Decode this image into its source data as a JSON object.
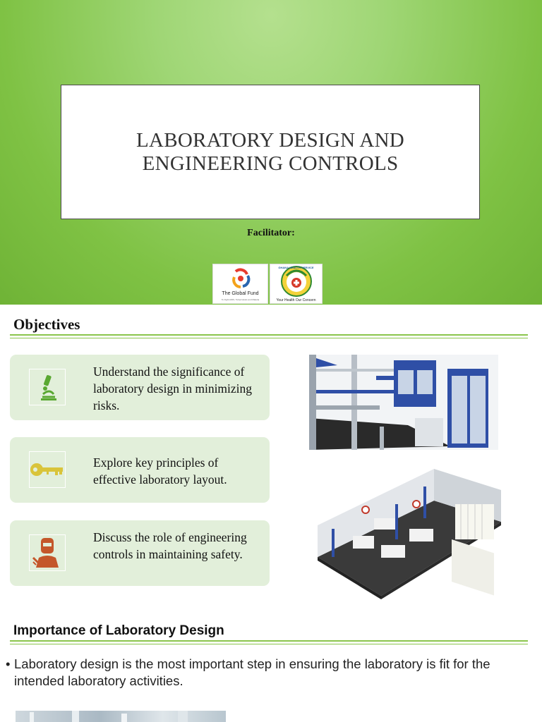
{
  "slide1": {
    "title_line1": "LABORATORY DESIGN AND",
    "title_line2": "ENGINEERING CONTROLS",
    "facilitator_label": "Facilitator:",
    "logo1_caption": "The Global Fund",
    "logo1_subcaption": "To Fight AIDS, Tuberculosis and Malaria",
    "logo2_caption": "Your Health Our Concern",
    "logo2_ring_text": "GHANA HEALTH SERVICE"
  },
  "objectives": {
    "heading": "Objectives",
    "items": [
      {
        "text": "Understand the significance of laboratory design in minimizing risks.",
        "icon": "microscope-icon"
      },
      {
        "text": "Explore key principles of effective laboratory layout.",
        "icon": "key-icon"
      },
      {
        "text": "Discuss the role of engineering controls in maintaining safety.",
        "icon": "engineer-icon"
      }
    ]
  },
  "importance": {
    "heading": "Importance of Laboratory Design",
    "bullet_mark": "•",
    "bullet": "Laboratory design is the most important step in ensuring the laboratory is fit for the intended laboratory activities."
  },
  "colors": {
    "green_accent": "#8ac54b",
    "card_bg": "#e2efda",
    "icon_green": "#5aa832",
    "key_yellow": "#d9c43a",
    "engineer_orange": "#c4572a",
    "cabinet_blue": "#2f4fa6"
  }
}
